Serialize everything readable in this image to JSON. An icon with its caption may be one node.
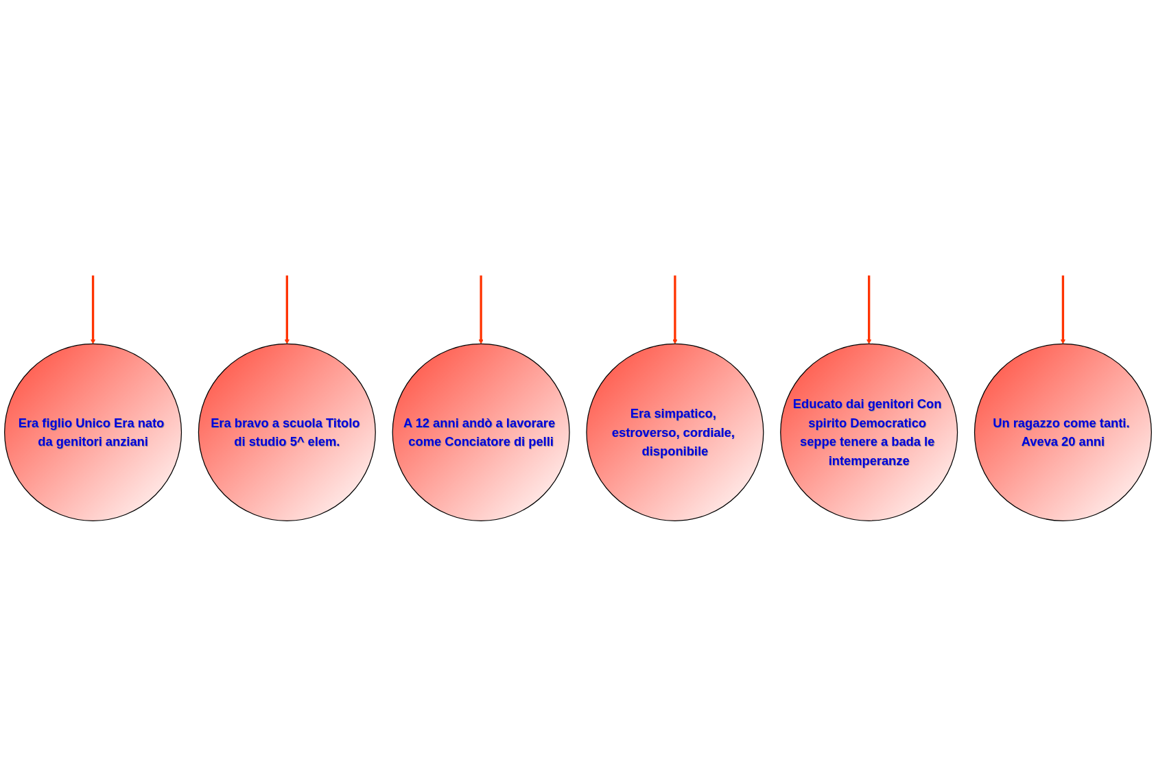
{
  "diagram": {
    "nodes": [
      {
        "text": [
          "Era figlio Unico Era nato da genitori anziani"
        ]
      },
      {
        "text": [
          "Era bravo a scuola Titolo di studio 5^ elem."
        ]
      },
      {
        "text": [
          "A 12 anni andò a lavorare come Conciatore di pelli"
        ]
      },
      {
        "text": [
          "Era simpatico, estroverso, cordiale, disponibile"
        ]
      },
      {
        "text": [
          "Educato dai genitori Con spirito Democratico seppe tenere a bada le intemperanze"
        ]
      },
      {
        "text": [
          "Un ragazzo come tanti. Aveva 20 anni"
        ]
      }
    ],
    "edges": [
      {
        "from": null,
        "to": 0,
        "arrow": "to"
      },
      {
        "from": null,
        "to": 1,
        "arrow": "to"
      },
      {
        "from": null,
        "to": 2,
        "arrow": "to"
      },
      {
        "from": null,
        "to": 3,
        "arrow": "to"
      },
      {
        "from": null,
        "to": 4,
        "arrow": "to"
      },
      {
        "from": null,
        "to": 5,
        "arrow": "to"
      }
    ]
  }
}
